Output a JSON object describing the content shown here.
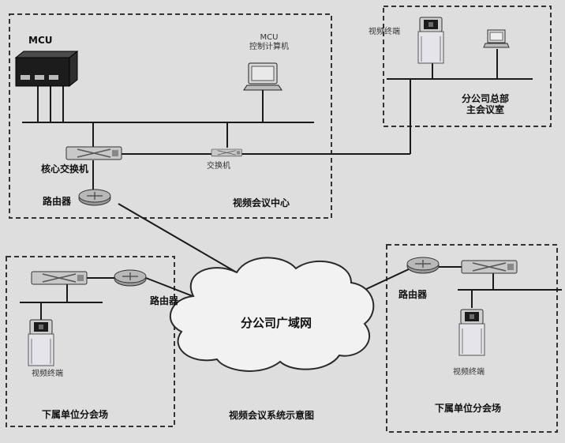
{
  "labels": {
    "mcu": "MCU",
    "mcu_control": "MCU\n控制计算机",
    "core_switch": "核心交换机",
    "switch": "交换机",
    "router_center": "路由器",
    "center_name": "视频会议中心",
    "terminal_hq": "视频终端",
    "hq_name": "分公司总部\n主会议室",
    "router_left": "路由器",
    "terminal_left": "视频终端",
    "left_name": "下属单位分会场",
    "router_right": "路由器",
    "terminal_right": "视频终端",
    "right_name": "下属单位分会场",
    "wan": "分公司广域网",
    "caption": "视频会议系统示意图"
  },
  "colors": {
    "line": "#1a1a1a",
    "dash": "#333333",
    "device_dark": "#1c1c1c",
    "device_light": "#c8c8c8",
    "router": "#9a9a9a",
    "cloud": "#f2f2f2",
    "background": "#dedede"
  },
  "icons": {
    "mcu": "mcu-server-icon",
    "computer": "computer-icon",
    "switch": "switch-icon",
    "router": "router-icon",
    "terminal": "video-terminal-icon",
    "cloud": "cloud-icon"
  }
}
